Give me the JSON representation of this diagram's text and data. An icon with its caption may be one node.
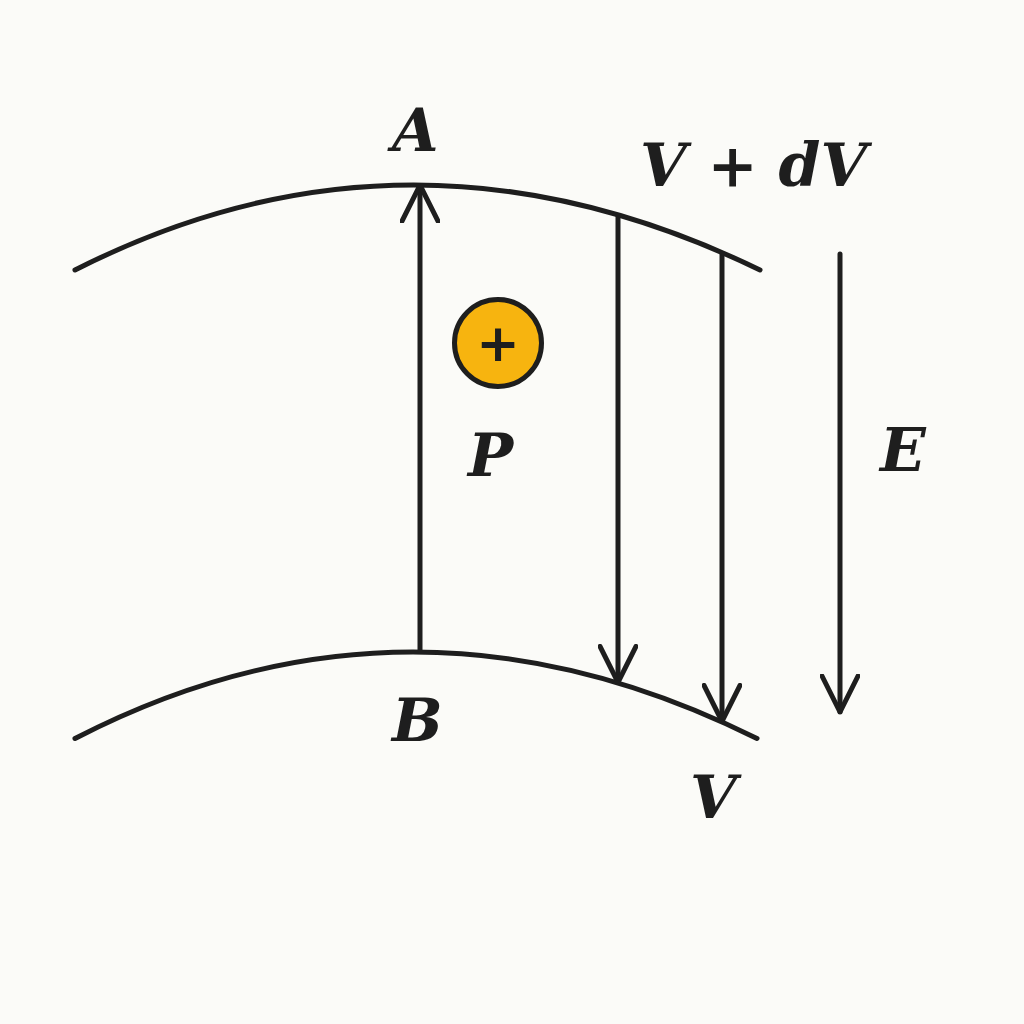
{
  "diagram": {
    "nodes": [
      {
        "text": [
          "V + dV"
        ]
      },
      {
        "text": [
          "V"
        ]
      },
      {
        "text": [
          "+"
        ],
        "beside": [
          "P"
        ]
      }
    ],
    "edges": [
      {
        "from": 1,
        "to": 0,
        "arrow": "to"
      },
      {
        "from": 0,
        "to": 1,
        "arrow": "to"
      },
      {
        "from": 0,
        "to": 1,
        "arrow": "to"
      }
    ],
    "labels": [
      "A",
      "E",
      "B"
    ]
  }
}
